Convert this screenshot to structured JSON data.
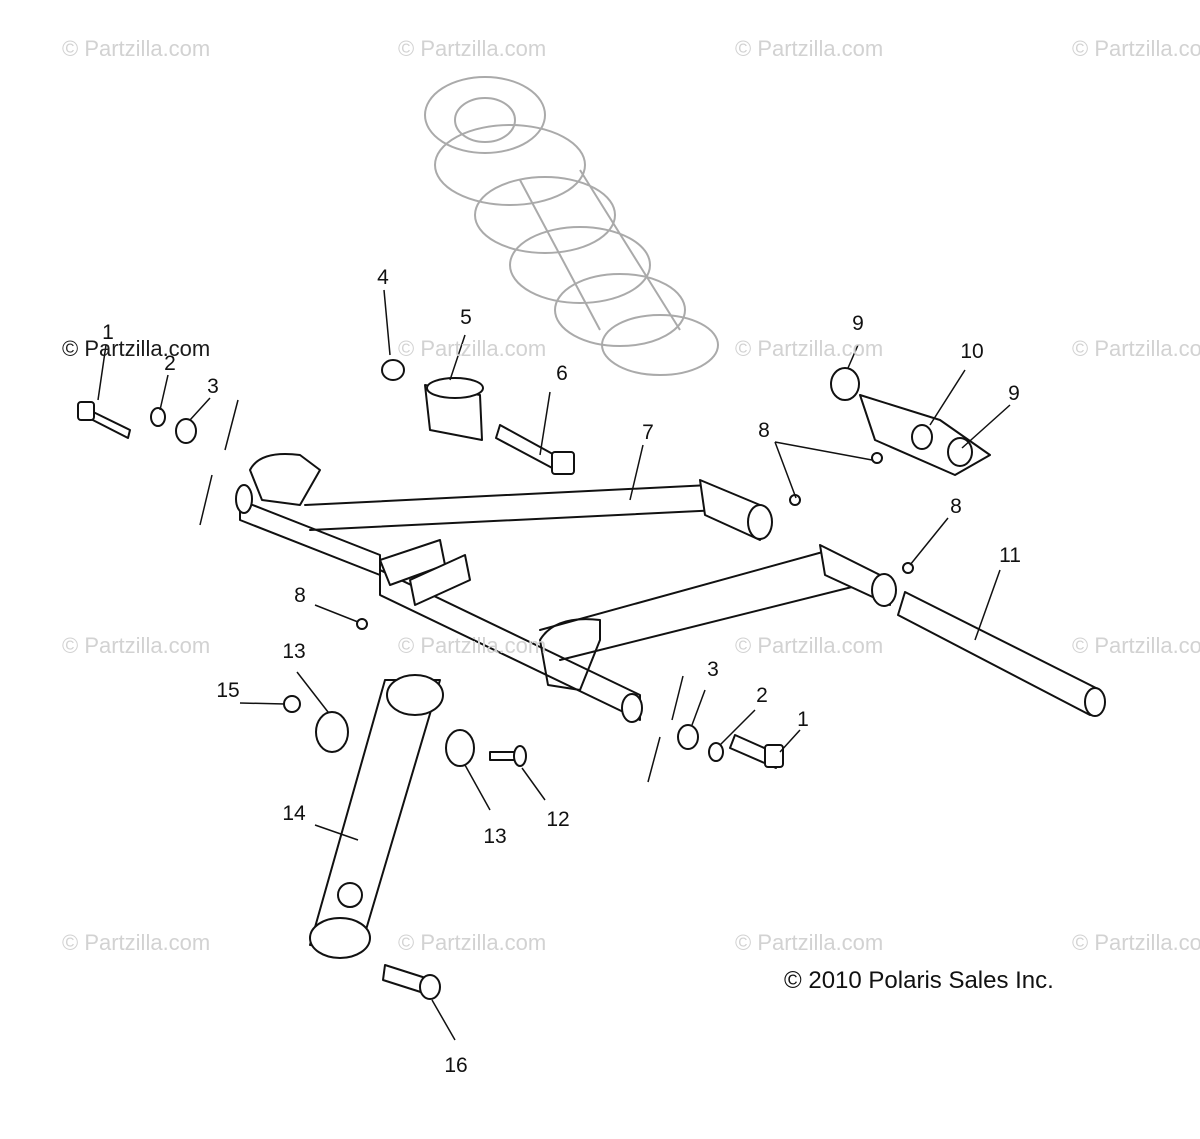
{
  "watermark": "© Partzilla.com",
  "copyright": "© 2010 Polaris Sales Inc.",
  "callouts": [
    "1",
    "2",
    "3",
    "4",
    "5",
    "6",
    "7",
    "8",
    "9",
    "10",
    "9",
    "8",
    "11",
    "8",
    "13",
    "15",
    "14",
    "13",
    "12",
    "3",
    "2",
    "1",
    "16"
  ]
}
